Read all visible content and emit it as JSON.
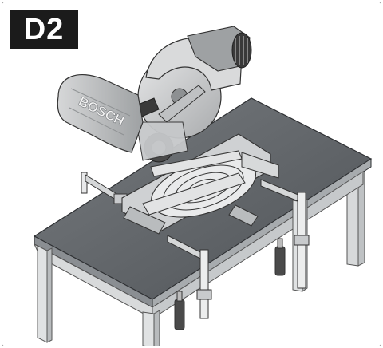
{
  "figure": {
    "badge_label": "D2",
    "saw_brand_text": "BOSCH",
    "blade_brand_text": "BOSCH",
    "colors": {
      "frame": "#6e6e6e",
      "badge_bg": "#1b1b1b",
      "table_top": "#5b5f63",
      "table_edge": "#8a8e92",
      "table_legs": "#d7d9da",
      "saw_body": "#c9cbcd",
      "saw_dark": "#3a3a3a"
    },
    "icons": [
      "miter-saw-illustration",
      "workbench-illustration",
      "clamp-icon"
    ]
  }
}
